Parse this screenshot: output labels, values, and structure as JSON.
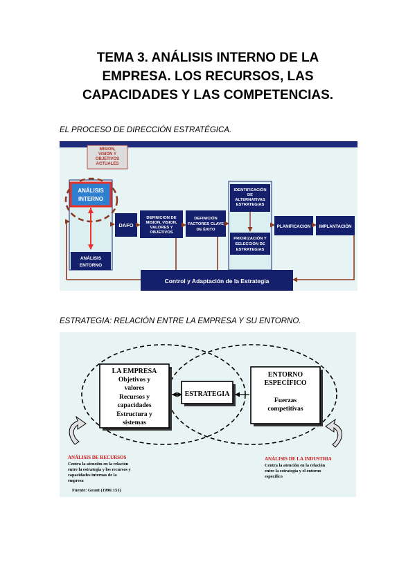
{
  "title": {
    "line1": "TEMA 3. ANÁLISIS INTERNO DE LA",
    "line2": "EMPRESA. LOS RECURSOS, LAS",
    "line3": "CAPACIDADES Y LAS COMPETENCIAS."
  },
  "diagram1": {
    "caption": "EL PROCESO DE DIRECCIÓN ESTRATÉGICA.",
    "mision_box": [
      "MISION,",
      "VISION Y",
      "OBJETIVOS",
      "ACTUALES"
    ],
    "analisis_interno": [
      "ANÁLISIS",
      "INTERNO"
    ],
    "analisis_entorno": [
      "ANÁLISIS",
      "ENTORNO"
    ],
    "dafo": "DAFO",
    "definicion_mision": [
      "DEFINICION DE",
      "MISION, VISION,",
      "VALORES Y",
      "OBJETIVOS"
    ],
    "definicion_factores": [
      "DEFINICIÓN",
      "FACTORES CLAVE",
      "DE ÉXITO"
    ],
    "identificacion": [
      "IDENTIFICACIÓN",
      "DE",
      "ALTERNATIVAS",
      "ESTRATEGIAS"
    ],
    "priorizacion": [
      "PRIORIZACIÓN Y",
      "SELECCIÓN DE",
      "ESTRATEGIAS"
    ],
    "planificacion": "PLANIFICACION",
    "implantacion": "IMPLANTACIÓN",
    "control": "Control y Adaptación de la Estrategia"
  },
  "diagram2": {
    "caption": "ESTRATEGIA: RELACIÓN ENTRE LA EMPRESA Y SU ENTORNO.",
    "empresa": [
      "LA EMPRESA",
      "Objetivos y",
      "valores",
      "Recursos y",
      "capacidades",
      "Estructura y",
      "sistemas"
    ],
    "estrategia": "ESTRATEGIA",
    "entorno": [
      "ENTORNO",
      "ESPECÍFICO",
      "Fuerzas",
      "competitivas"
    ],
    "analisis_recursos": {
      "heading": "ANÁLISIS DE RECURSOS",
      "text": [
        "Centra la atención en la relación",
        "entre la estrategia y los recursos y",
        "capacidades internas de la",
        "empresa"
      ]
    },
    "analisis_industria": {
      "heading": "ANÁLISIS DE LA INDUSTRIA",
      "text": [
        "Centra la atención en la relación",
        "entre la estrategia y el entorno",
        "específico"
      ]
    },
    "fuente": "Fuente: Grant (1996:151)"
  },
  "colors": {
    "navy": "#14206b",
    "header_bar": "#1e2a7a",
    "panel_bg": "#e7f4f3",
    "red": "#e8322a",
    "brown": "#8b3b22",
    "heading_red": "#cc1111"
  }
}
